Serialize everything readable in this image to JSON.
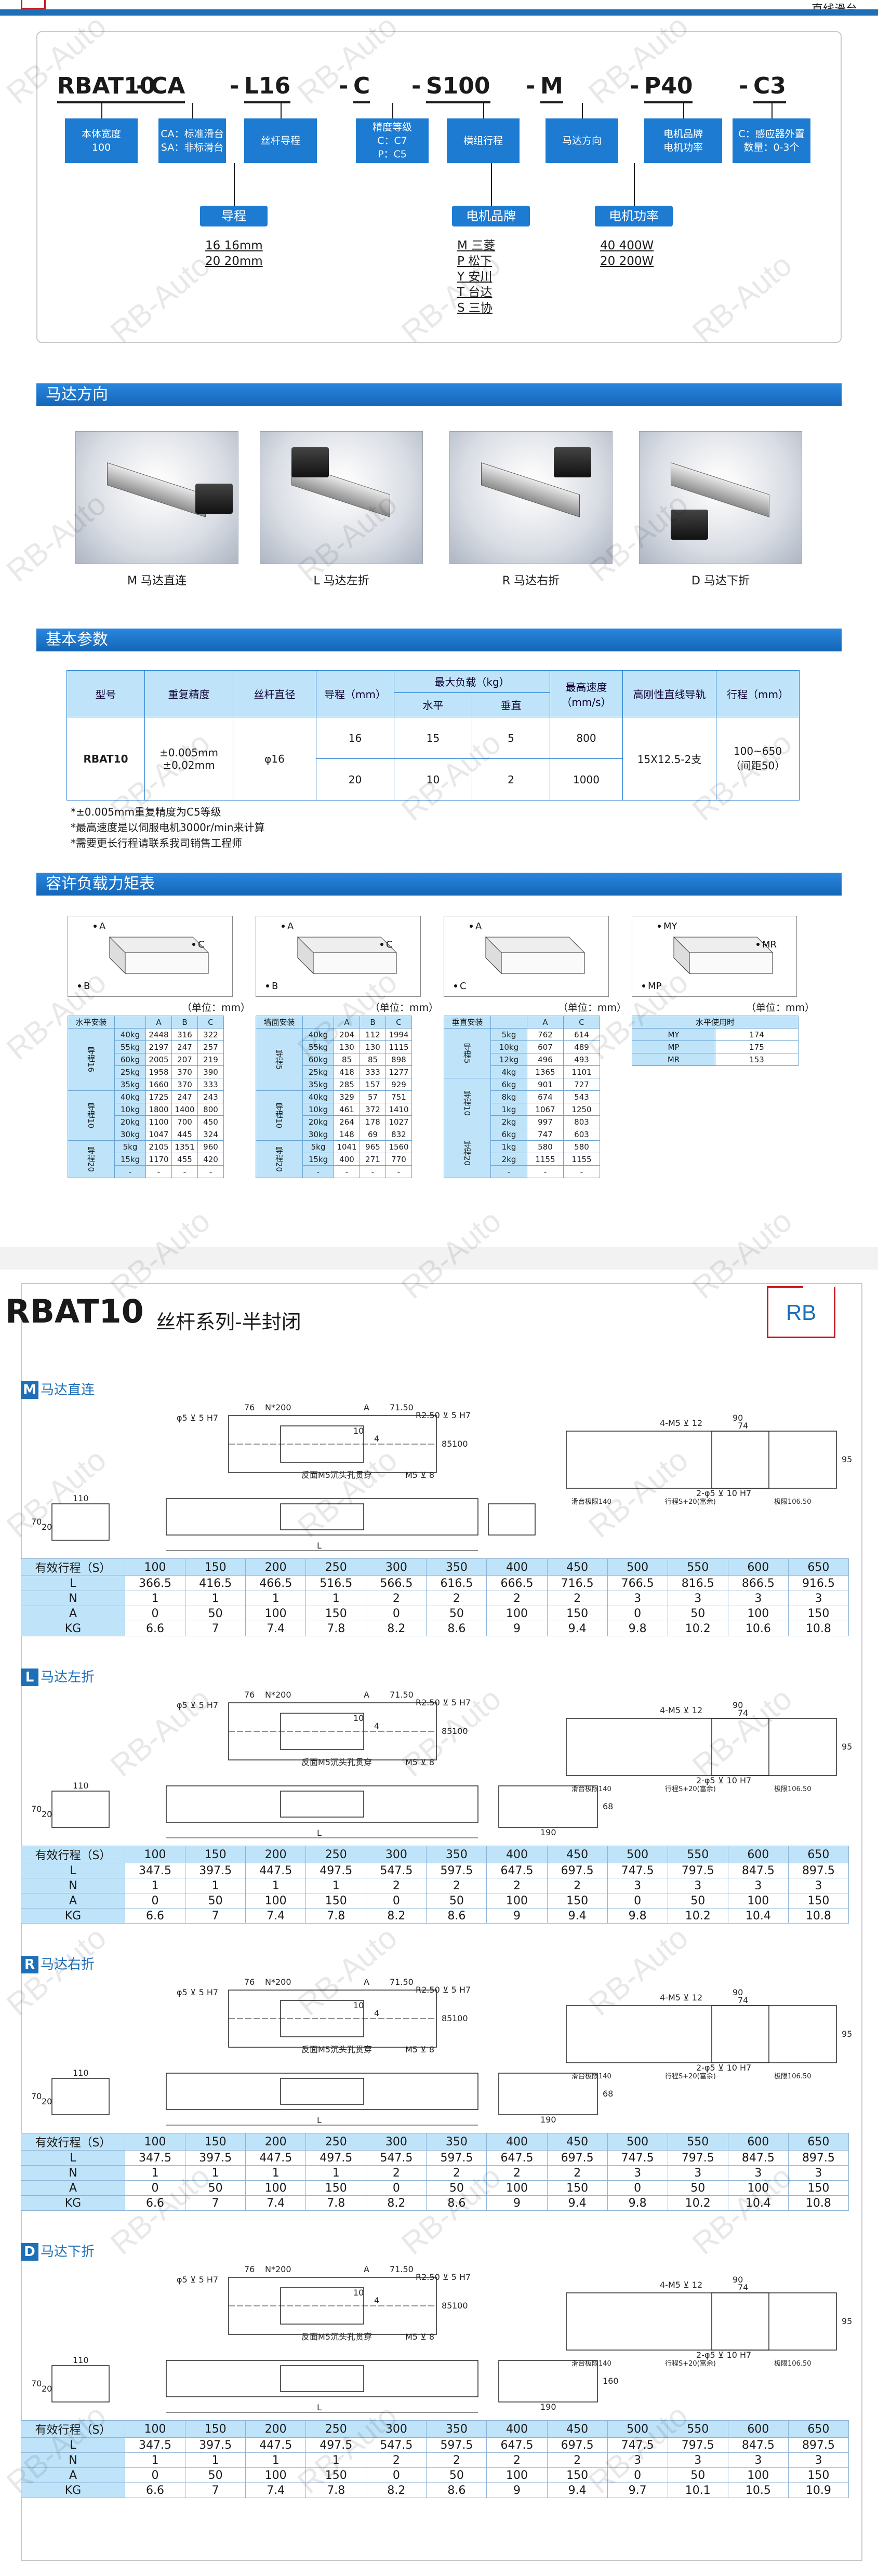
{
  "header": {
    "top_right": "直线滑台"
  },
  "model_code": {
    "segments": [
      "RBAT10",
      "CA",
      "L16",
      "C",
      "S100",
      "M",
      "P40",
      "C3"
    ],
    "labels": [
      [
        "本体宽度",
        "100"
      ],
      [
        "CA：标准滑台",
        "SA：非标滑台"
      ],
      [
        "丝杆导程"
      ],
      [
        "精度等级",
        "C：C7",
        "P：C5"
      ],
      [
        "横组行程"
      ],
      [
        "马达方向"
      ],
      [
        "电机品牌",
        "电机功率"
      ],
      [
        "C：感应器外置",
        "数量：0-3个"
      ]
    ],
    "lead": {
      "title": "导程",
      "items": [
        "16  16mm",
        "20  20mm"
      ]
    },
    "brand": {
      "title": "电机品牌",
      "items": [
        "M  三菱",
        "P  松下",
        "Y  安川",
        "T  台达",
        "S  三协"
      ]
    },
    "power": {
      "title": "电机功率",
      "items": [
        "40  400W",
        "20  200W"
      ]
    }
  },
  "motor_section": {
    "title": "马达方向",
    "items": [
      "M 马达直连",
      "L 马达左折",
      "R 马达右折",
      "D 马达下折"
    ]
  },
  "basic_params": {
    "title": "基本参数",
    "headers": {
      "model": "型号",
      "repeat": "重复精度",
      "screw": "丝杆直径",
      "lead": "导程（mm）",
      "max_load": "最大负载（kg）",
      "horizontal": "水平",
      "vertical": "垂直",
      "max_speed": "最高速度（mm/s）",
      "guide": "高刚性直线导轨",
      "stroke": "行程（mm）"
    },
    "model": "RBAT10",
    "repeat": "±0.005mm\n±0.02mm",
    "screw": "φ16",
    "rows": [
      {
        "lead": "16",
        "h": "15",
        "v": "5",
        "speed": "800"
      },
      {
        "lead": "20",
        "h": "10",
        "v": "2",
        "speed": "1000"
      }
    ],
    "guide": "15X12.5-2支",
    "stroke": "100~650\n（间距50）",
    "notes": [
      "*±0.005mm重复精度为C5等级",
      "*最高速度是以伺服电机3000r/min来计算",
      "*需要更长行程请联系我司销售工程师"
    ]
  },
  "load_moment": {
    "title": "容许负载力矩表",
    "unit": "（单位：mm）",
    "diagram_labels": [
      [
        "A",
        "B",
        "C"
      ],
      [
        "A",
        "B",
        "C"
      ],
      [
        "A",
        "C"
      ],
      [
        "MY",
        "MP",
        "MR"
      ]
    ],
    "tables": [
      {
        "headers": [
          "水平安装",
          "",
          "A",
          "B",
          "C"
        ],
        "groups": [
          {
            "name": "导程16",
            "rows": [
              [
                "40kg",
                "2448",
                "316",
                "322"
              ],
              [
                "55kg",
                "2197",
                "247",
                "257"
              ],
              [
                "60kg",
                "2005",
                "207",
                "219"
              ],
              [
                "25kg",
                "1958",
                "370",
                "390"
              ],
              [
                "35kg",
                "1660",
                "370",
                "333"
              ]
            ]
          },
          {
            "name": "导程10",
            "rows": [
              [
                "40kg",
                "1725",
                "247",
                "243"
              ],
              [
                "10kg",
                "1800",
                "1400",
                "800"
              ],
              [
                "20kg",
                "1100",
                "700",
                "450"
              ],
              [
                "30kg",
                "1047",
                "445",
                "324"
              ]
            ]
          },
          {
            "name": "导程20",
            "rows": [
              [
                "5kg",
                "2105",
                "1351",
                "960"
              ],
              [
                "15kg",
                "1170",
                "455",
                "420"
              ],
              [
                "-",
                "-",
                "-",
                "-"
              ]
            ]
          }
        ]
      },
      {
        "headers": [
          "墙面安装",
          "",
          "A",
          "B",
          "C"
        ],
        "groups": [
          {
            "name": "导程5",
            "rows": [
              [
                "40kg",
                "204",
                "112",
                "1994"
              ],
              [
                "55kg",
                "130",
                "130",
                "1115"
              ],
              [
                "60kg",
                "85",
                "85",
                "898"
              ],
              [
                "25kg",
                "418",
                "333",
                "1277"
              ],
              [
                "35kg",
                "285",
                "157",
                "929"
              ]
            ]
          },
          {
            "name": "导程10",
            "rows": [
              [
                "40kg",
                "329",
                "57",
                "751"
              ],
              [
                "10kg",
                "461",
                "372",
                "1410"
              ],
              [
                "20kg",
                "264",
                "178",
                "1027"
              ],
              [
                "30kg",
                "148",
                "69",
                "832"
              ]
            ]
          },
          {
            "name": "导程20",
            "rows": [
              [
                "5kg",
                "1041",
                "965",
                "1560"
              ],
              [
                "15kg",
                "400",
                "271",
                "770"
              ],
              [
                "-",
                "-",
                "-",
                "-"
              ]
            ]
          }
        ]
      },
      {
        "headers": [
          "垂直安装",
          "",
          "A",
          "C"
        ],
        "groups": [
          {
            "name": "导程5",
            "rows": [
              [
                "5kg",
                "762",
                "614"
              ],
              [
                "10kg",
                "607",
                "489"
              ],
              [
                "12kg",
                "496",
                "493"
              ],
              [
                "4kg",
                "1365",
                "1101"
              ]
            ]
          },
          {
            "name": "导程10",
            "rows": [
              [
                "6kg",
                "901",
                "727"
              ],
              [
                "8kg",
                "674",
                "543"
              ],
              [
                "1kg",
                "1067",
                "1250"
              ],
              [
                "2kg",
                "997",
                "803"
              ]
            ]
          },
          {
            "name": "导程20",
            "rows": [
              [
                "6kg",
                "747",
                "603"
              ],
              [
                "1kg",
                "580",
                "580"
              ],
              [
                "2kg",
                "1155",
                "1155"
              ],
              [
                "-",
                "-",
                "-"
              ]
            ]
          }
        ]
      },
      {
        "headers": [
          "水平使用时"
        ],
        "rows": [
          [
            "MY",
            "174"
          ],
          [
            "MP",
            "175"
          ],
          [
            "MR",
            "153"
          ]
        ]
      }
    ]
  },
  "page2": {
    "title": "RBAT10",
    "subtitle": "丝杆系列-半封闭",
    "logo": "RB",
    "variants": [
      {
        "tag": "M",
        "name": "马达直连",
        "strokes": [
          "100",
          "150",
          "200",
          "250",
          "300",
          "350",
          "400",
          "450",
          "500",
          "550",
          "600",
          "650"
        ],
        "L": [
          "366.5",
          "416.5",
          "466.5",
          "516.5",
          "566.5",
          "616.5",
          "666.5",
          "716.5",
          "766.5",
          "816.5",
          "866.5",
          "916.5"
        ],
        "N": [
          "1",
          "1",
          "1",
          "1",
          "2",
          "2",
          "2",
          "2",
          "3",
          "3",
          "3",
          "3"
        ],
        "A": [
          "0",
          "50",
          "100",
          "150",
          "0",
          "50",
          "100",
          "150",
          "0",
          "50",
          "100",
          "150"
        ],
        "KG": [
          "6.6",
          "7",
          "7.4",
          "7.8",
          "8.2",
          "8.6",
          "9",
          "9.4",
          "9.8",
          "10.2",
          "10.6",
          "10.8"
        ]
      },
      {
        "tag": "L",
        "name": "马达左折",
        "strokes": [
          "100",
          "150",
          "200",
          "250",
          "300",
          "350",
          "400",
          "450",
          "500",
          "550",
          "600",
          "650"
        ],
        "L": [
          "347.5",
          "397.5",
          "447.5",
          "497.5",
          "547.5",
          "597.5",
          "647.5",
          "697.5",
          "747.5",
          "797.5",
          "847.5",
          "897.5"
        ],
        "N": [
          "1",
          "1",
          "1",
          "1",
          "2",
          "2",
          "2",
          "2",
          "3",
          "3",
          "3",
          "3"
        ],
        "A": [
          "0",
          "50",
          "100",
          "150",
          "0",
          "50",
          "100",
          "150",
          "0",
          "50",
          "100",
          "150"
        ],
        "KG": [
          "6.6",
          "7",
          "7.4",
          "7.8",
          "8.2",
          "8.6",
          "9",
          "9.4",
          "9.8",
          "10.2",
          "10.4",
          "10.8"
        ]
      },
      {
        "tag": "R",
        "name": "马达右折",
        "strokes": [
          "100",
          "150",
          "200",
          "250",
          "300",
          "350",
          "400",
          "450",
          "500",
          "550",
          "600",
          "650"
        ],
        "L": [
          "347.5",
          "397.5",
          "447.5",
          "497.5",
          "547.5",
          "597.5",
          "647.5",
          "697.5",
          "747.5",
          "797.5",
          "847.5",
          "897.5"
        ],
        "N": [
          "1",
          "1",
          "1",
          "1",
          "2",
          "2",
          "2",
          "2",
          "3",
          "3",
          "3",
          "3"
        ],
        "A": [
          "0",
          "50",
          "100",
          "150",
          "0",
          "50",
          "100",
          "150",
          "0",
          "50",
          "100",
          "150"
        ],
        "KG": [
          "6.6",
          "7",
          "7.4",
          "7.8",
          "8.2",
          "8.6",
          "9",
          "9.4",
          "9.8",
          "10.2",
          "10.4",
          "10.8"
        ]
      },
      {
        "tag": "D",
        "name": "马达下折",
        "strokes": [
          "100",
          "150",
          "200",
          "250",
          "300",
          "350",
          "400",
          "450",
          "500",
          "550",
          "600",
          "650"
        ],
        "L": [
          "347.5",
          "397.5",
          "447.5",
          "497.5",
          "547.5",
          "597.5",
          "647.5",
          "697.5",
          "747.5",
          "797.5",
          "847.5",
          "897.5"
        ],
        "N": [
          "1",
          "1",
          "1",
          "1",
          "2",
          "2",
          "2",
          "2",
          "3",
          "3",
          "3",
          "3"
        ],
        "A": [
          "0",
          "50",
          "100",
          "150",
          "0",
          "50",
          "100",
          "150",
          "0",
          "50",
          "100",
          "150"
        ],
        "KG": [
          "6.6",
          "7",
          "7.4",
          "7.8",
          "8.2",
          "8.6",
          "9",
          "9.4",
          "9.7",
          "10.1",
          "10.5",
          "10.9"
        ]
      }
    ],
    "row_labels": {
      "stroke": "有效行程（S）",
      "L": "L",
      "N": "N",
      "A": "A",
      "KG": "KG"
    },
    "dwg_labels": {
      "d1": "φ5 ⊻ 5 H7",
      "d2": "N*200",
      "d3": "A",
      "d4": "71.50",
      "d5": "R2.50 ⊻ 5 H7",
      "d6": "反面M5沉头孔贯穿",
      "d7": "M5 ⊻ 8",
      "d8": "4-M5 ⊻ 12",
      "d9": "2-φ5 ⊻ 10 H7",
      "d10": "90",
      "d11": "74",
      "d12": "95",
      "d13": "110",
      "d14": "70",
      "d15": "L",
      "d16": "190",
      "d17": "68",
      "d18": "160",
      "d19": "滑台极限140",
      "d20": "行程S+20(富余)",
      "d21": "极限106.50",
      "d22": "4",
      "d23": "10",
      "d24": "76",
      "d25": "85",
      "d26": "100",
      "d27": "20"
    }
  },
  "watermark": "RB-Auto"
}
